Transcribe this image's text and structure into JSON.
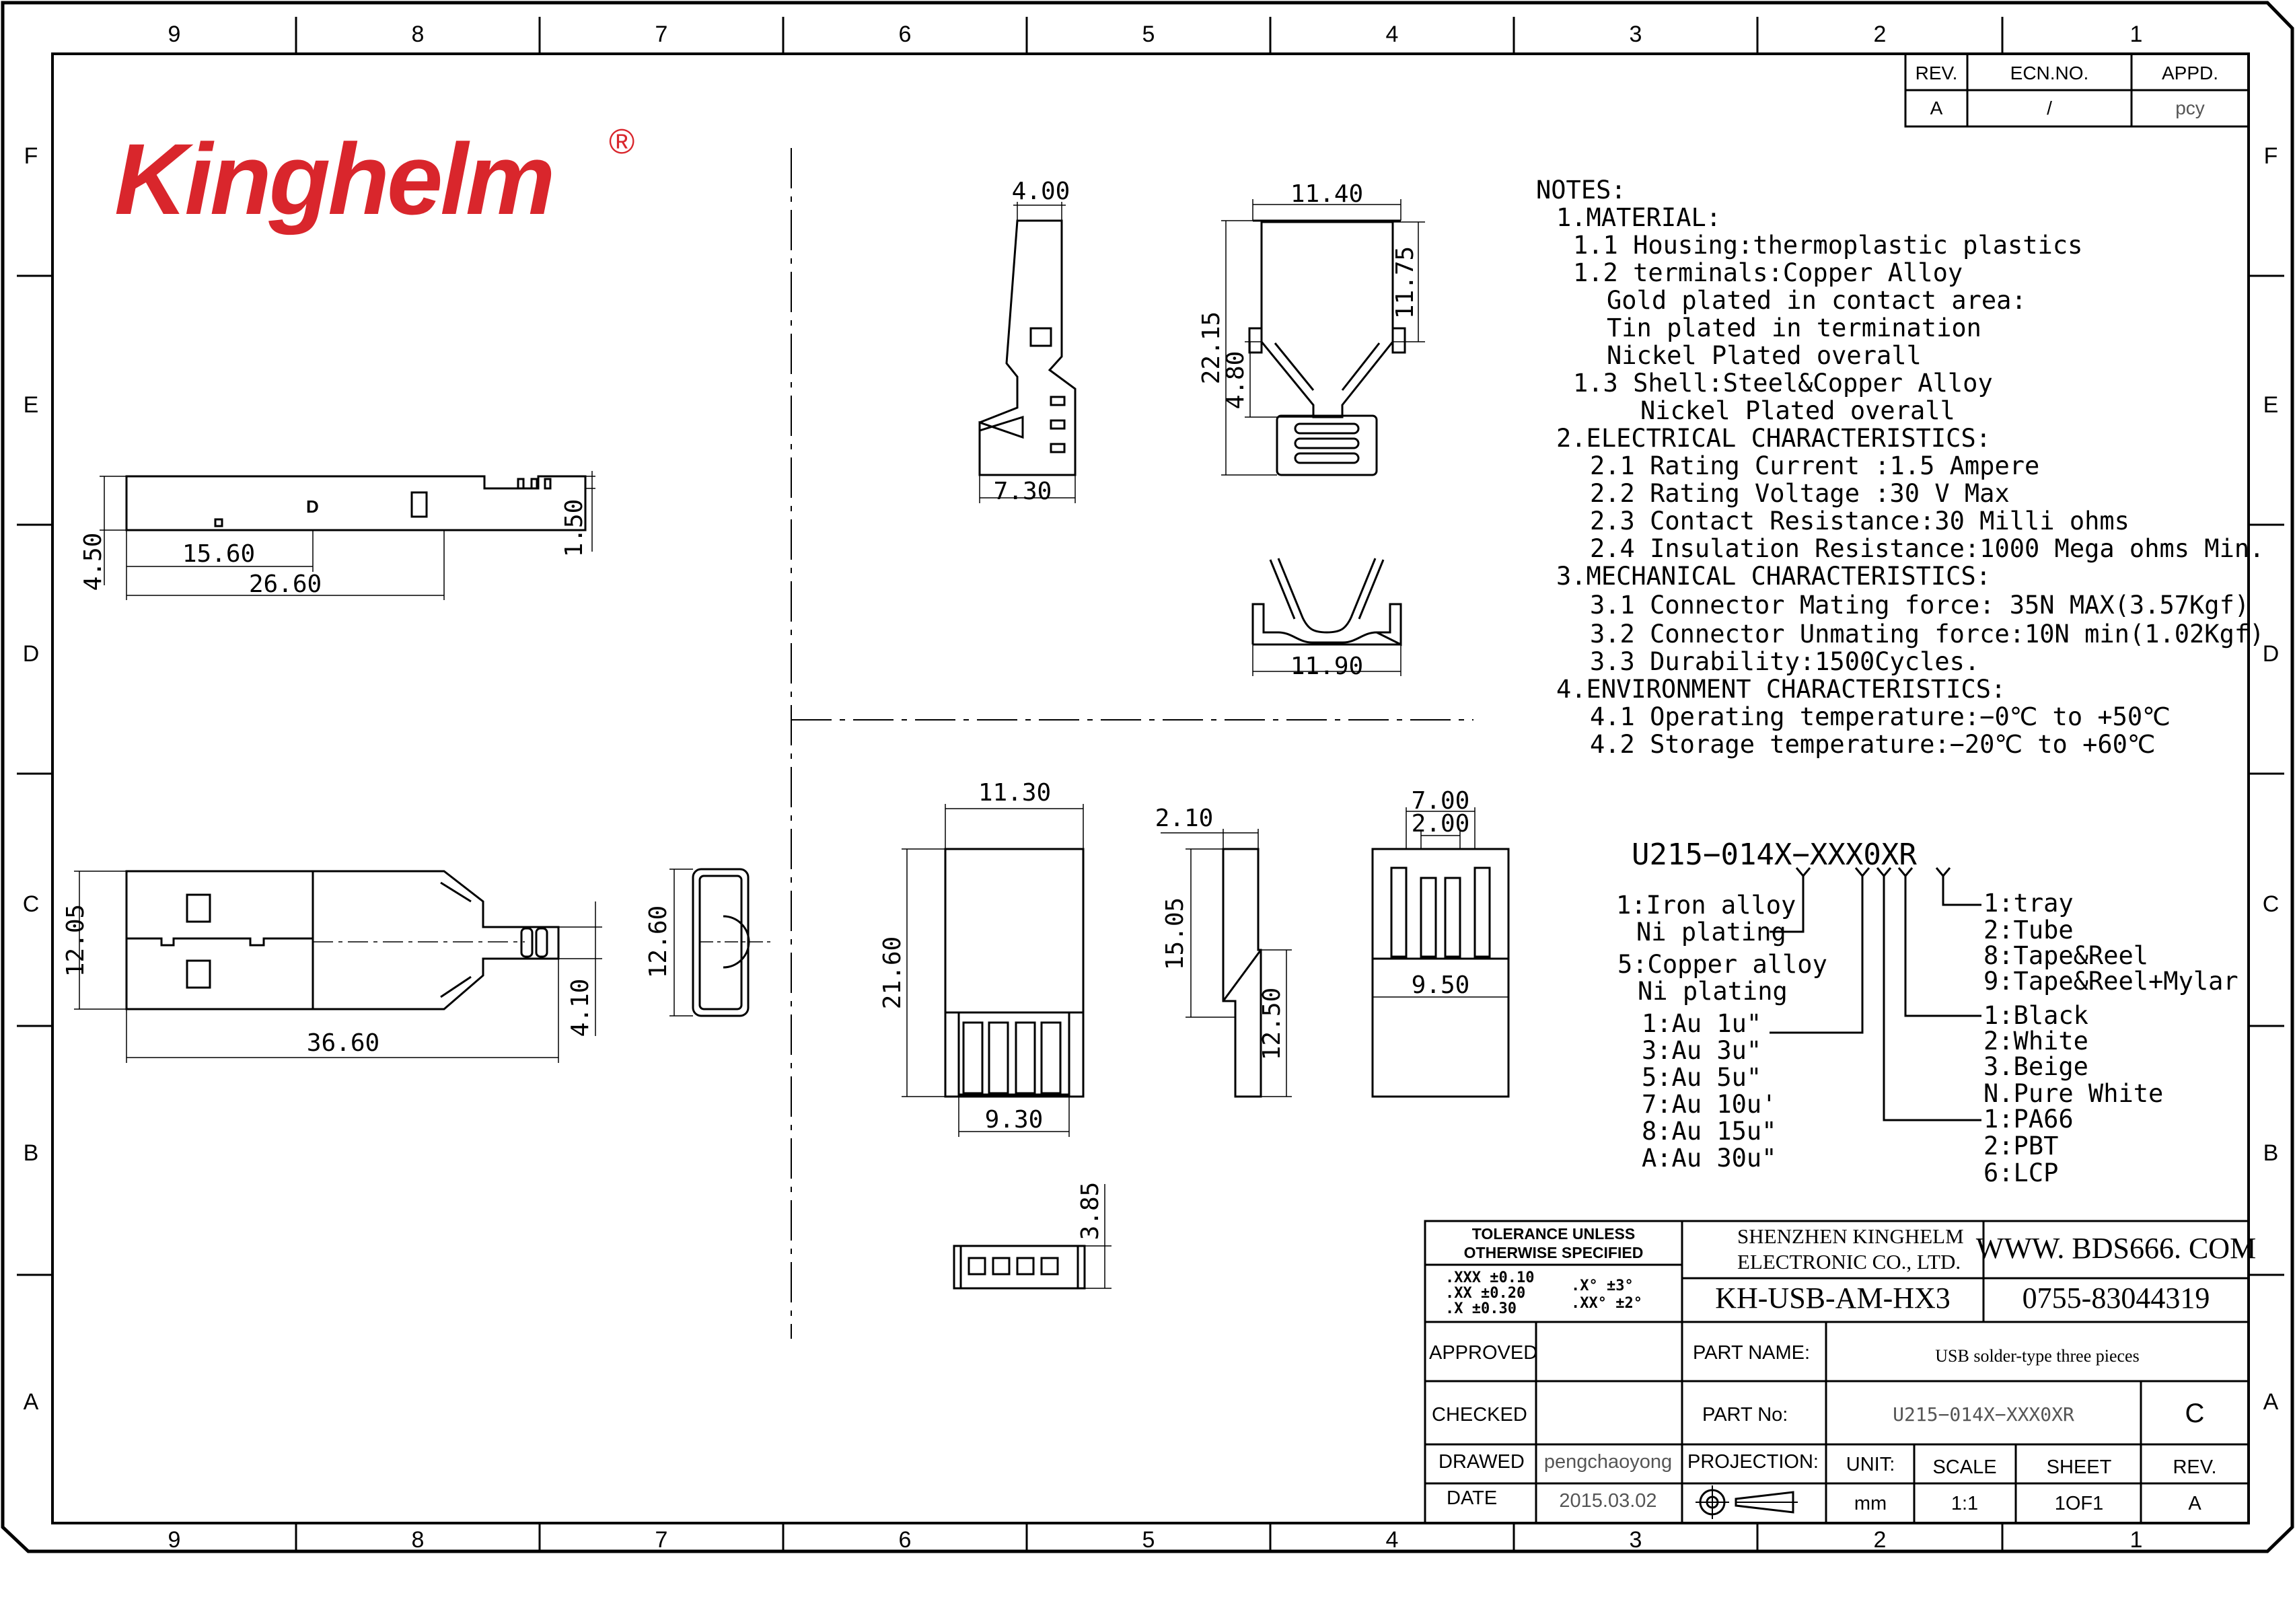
{
  "frame": {
    "col_labels": [
      "9",
      "8",
      "7",
      "6",
      "5",
      "4",
      "3",
      "2",
      "1"
    ],
    "row_labels": [
      "F",
      "E",
      "D",
      "C",
      "B",
      "A"
    ]
  },
  "logo": {
    "text": "Kinghelm",
    "reg_mark": "®",
    "color": "#d9262c"
  },
  "revision_table": {
    "headers": [
      "REV.",
      "ECN.NO.",
      "APPD."
    ],
    "row": [
      "A",
      "/",
      "pcy"
    ]
  },
  "dimensions": {
    "side_view": [
      "4.50",
      "15.60",
      "26.60",
      "1.50"
    ],
    "top_view": [
      "12.05",
      "36.60",
      "4.10"
    ],
    "end_view": [
      "12.60"
    ],
    "housing_side": [
      "4.00",
      "7.30"
    ],
    "housing_front": [
      "11.40",
      "22.15",
      "11.75",
      "4.80"
    ],
    "clip": [
      "11.90"
    ],
    "body_front": [
      "11.30",
      "21.60",
      "9.30"
    ],
    "body_side": [
      "2.10",
      "15.05",
      "12.50"
    ],
    "body_rear": [
      "7.00",
      "2.00",
      "9.50"
    ],
    "bottom_view": [
      "3.85"
    ]
  },
  "view_labels": {
    "side_view_letter": "D"
  },
  "notes": [
    "NOTES:",
    "1.MATERIAL:",
    "1.1  Housing:thermoplastic  plastics",
    "1.2  terminals:Copper  Alloy",
    "Gold  plated  in  contact  area:",
    "Tin  plated  in  termination",
    "Nickel  Plated  overall",
    "1.3  Shell:Steel&Copper  Alloy",
    "Nickel  Plated  overall",
    "2.ELECTRICAL  CHARACTERISTICS:",
    "2.1  Rating  Current  :1.5  Ampere",
    "2.2  Rating  Voltage  :30  V  Max",
    "2.3  Contact  Resistance:30  Milli  ohms",
    "2.4  Insulation  Resistance:1000  Mega  ohms  Min.",
    "3.MECHANICAL  CHARACTERISTICS:",
    "3.1  Connector  Mating  force: 35N  MAX(3.57Kgf)",
    "3.2  Connector  Unmating  force:10N  min(1.02Kgf)",
    "3.3  Durability:1500Cycles.",
    "4.ENVIRONMENT  CHARACTERISTICS:",
    "4.1  Operating  temperature:−0℃  to  +50℃",
    "4.2  Storage  temperature:−20℃  to  +60℃"
  ],
  "part_code": {
    "code": "U215−014X−XXX0XR",
    "options": [
      "1:Iron  alloy",
      "Ni  plating",
      "5:Copper  alloy",
      "Ni  plating",
      "1:Au  1u\"",
      "3:Au  3u\"",
      "5:Au  5u\"",
      "7:Au  10u'",
      "8:Au  15u\"",
      "A:Au  30u\""
    ],
    "packing": [
      "1:tray",
      "2:Tube",
      "8:Tape&Reel",
      "9:Tape&Reel+Mylar"
    ],
    "color": [
      "1:Black",
      "2:White",
      "3.Beige",
      "N.Pure  White"
    ],
    "material": [
      "1:PA66",
      "2:PBT",
      "6:LCP"
    ]
  },
  "title_block": {
    "tolerance_title_1": "TOLERANCE  UNLESS",
    "tolerance_title_2": "OTHERWISE  SPECIFIED",
    "tol_lines": [
      ".XXX  ±0.10",
      ".XX   ±0.20",
      ".X    ±0.30"
    ],
    "tol_angle_lines": [
      ".X°   ±3°",
      ".XX°  ±2°"
    ],
    "company_1": "SHENZHEN KINGHELM",
    "company_2": "ELECTRONIC CO., LTD.",
    "website": "WWW. BDS666. COM",
    "drawing_no": "KH-USB-AM-HX3",
    "phone": "0755-83044319",
    "approved": "APPROVED",
    "checked": "CHECKED",
    "drawed": "DRAWED",
    "drawer": "pengchaoyong",
    "date_label": "DATE",
    "date_value": "2015.03.02",
    "part_name_label": "PART  NAME:",
    "part_name_value": "USB solder-type three pieces",
    "part_no_label": "PART  No:",
    "part_no_value": "U215−014X−XXX0XR",
    "rev_letter": "C",
    "projection_label": "PROJECTION:",
    "unit_label": "UNIT:",
    "unit_value": "mm",
    "scale_label": "SCALE",
    "scale_value": "1:1",
    "sheet_label": "SHEET",
    "sheet_value": "1OF1",
    "rev_label": "REV.",
    "rev_value": "A"
  }
}
